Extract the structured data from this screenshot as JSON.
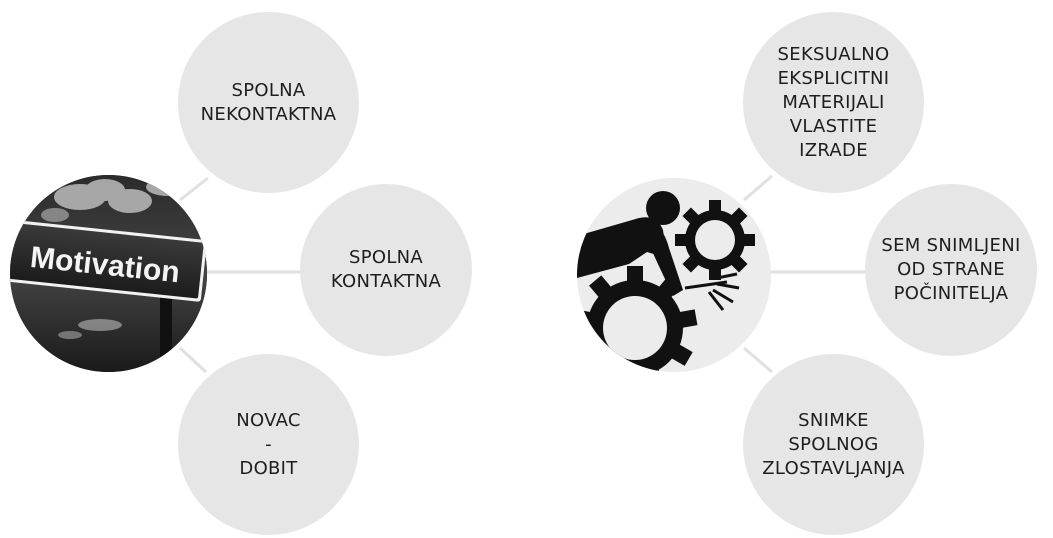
{
  "left": {
    "hub": {
      "sign_text": "Motivation"
    },
    "nodes": [
      {
        "lines": [
          "SPOLNA",
          "NEKONTAKTNA"
        ]
      },
      {
        "lines": [
          "SPOLNA",
          "KONTAKTNA"
        ]
      },
      {
        "lines": [
          "NOVAC",
          "-",
          "DOBIT"
        ]
      }
    ]
  },
  "right": {
    "hub": {
      "icon": "robot-gears-icon"
    },
    "nodes": [
      {
        "lines": [
          "SEKSUALNO",
          "EKSPLICITNI",
          "MATERIJALI",
          "VLASTITE",
          "IZRADE"
        ]
      },
      {
        "lines": [
          "SEM SNIMLJENI",
          "OD STRANE",
          "POČINITELJA"
        ]
      },
      {
        "lines": [
          "SNIMKE",
          "SPOLNOG",
          "ZLOSTAVLJANJA"
        ]
      }
    ]
  },
  "colors": {
    "node_fill": "#e6e6e6",
    "connector": "#e0e0e0",
    "text": "#1e1e1e"
  }
}
